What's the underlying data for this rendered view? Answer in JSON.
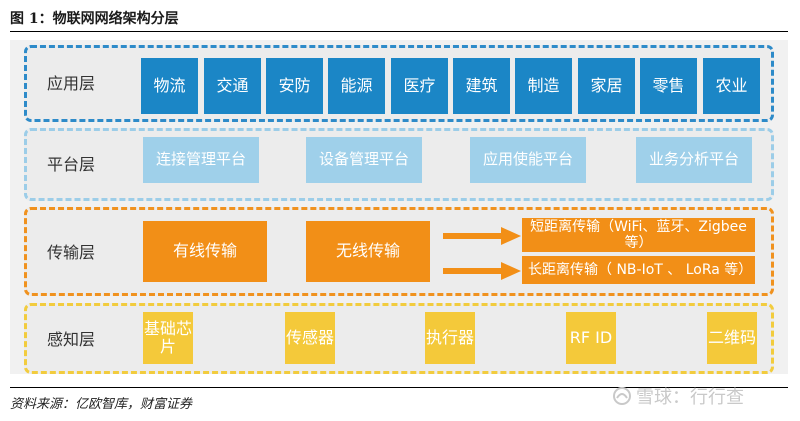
{
  "title": "图 1：物联网网络架构分层",
  "layers": {
    "application": {
      "label": "应用层",
      "items": [
        "物流",
        "交通",
        "安防",
        "能源",
        "医疗",
        "建筑",
        "制造",
        "家居",
        "零售",
        "农业"
      ]
    },
    "platform": {
      "label": "平台层",
      "items": [
        "连接管理平台",
        "设备管理平台",
        "应用使能平台",
        "业务分析平台"
      ]
    },
    "transmission": {
      "label": "传输层",
      "wired": "有线传输",
      "wireless": "无线传输",
      "short_range": "短距离传输（WiFi、蓝牙、Zigbee等）",
      "long_range": "长距离传输（ NB-IoT 、 LoRa 等）"
    },
    "sensing": {
      "label": "感知层",
      "items": [
        "基础芯片",
        "传感器",
        "执行器",
        "RF ID",
        "二维码"
      ]
    }
  },
  "source": "资料来源：亿欧智库，财富证券",
  "watermark": "雪球：行行查",
  "colors": {
    "app_blue": "#1b86c6",
    "platform_light_blue": "#9fd0ea",
    "transmission_orange": "#f28f17",
    "sensing_yellow": "#f4c93a"
  }
}
